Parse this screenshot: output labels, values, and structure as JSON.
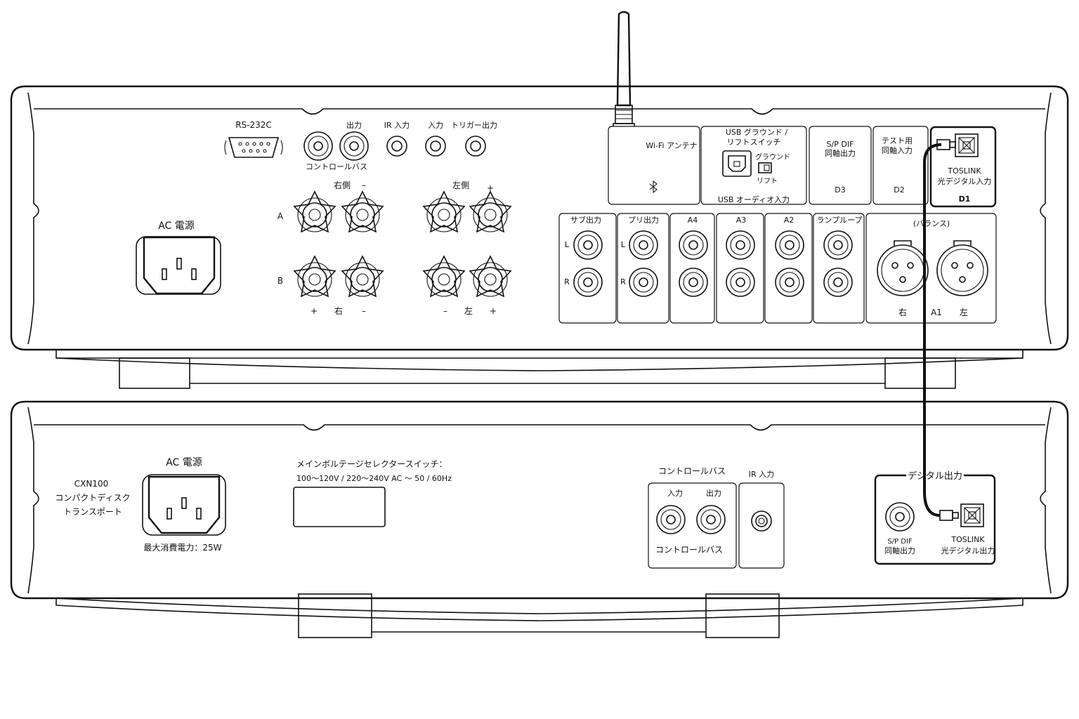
{
  "colors": {
    "line": "#111111",
    "background": "#ffffff"
  },
  "amp": {
    "rs232": "RS-232C",
    "control_out": "出力",
    "ir_in": "IR 入力",
    "trigger_in": "入力",
    "trigger_out": "トリガー出力",
    "control_bus": "コントロールバス",
    "ac_power": "AC 電源",
    "right_side": "右側",
    "left_side": "左側",
    "row_a": "A",
    "row_b": "B",
    "right": "右",
    "left": "左",
    "plus": "+",
    "minus": "–",
    "wifi": "Wi-Fi アンテナ",
    "usb_ground_line1": "USB グラウンド /",
    "usb_ground_line2": "リフトスイッチ",
    "ground": "グラウンド",
    "lift": "リフト",
    "usb_audio": "USB オーディオ入力",
    "spdif_line1": "S/P DIF",
    "spdif_line2": "同軸出力",
    "d3": "D3",
    "test_line1": "テスト用",
    "test_line2": "同軸入力",
    "d2": "D2",
    "toslink_in_line1": "TOSLINK",
    "toslink_in_line2": "光デジタル入力",
    "d1": "D1",
    "sub_out": "サブ出力",
    "pre_out": "プリ出力",
    "a4": "A4",
    "a3": "A3",
    "a2": "A2",
    "lamp_loop": "ランプループ",
    "balanced": "(バランス)",
    "a1": "A1",
    "ch_l": "L",
    "ch_r": "R"
  },
  "player": {
    "model_line1": "CXN100",
    "model_line2": "コンパクトディスク",
    "model_line3": "トランスポート",
    "ac_power": "AC 電源",
    "max_power": "最大消費電力：25W",
    "voltage_line1": "メインボルテージセレクタースイッチ：",
    "voltage_line2": "100～120V / 220～240V AC ～ 50 / 60Hz",
    "control_bus_top": "コントロールバス",
    "in": "入力",
    "out": "出力",
    "control_bus_bottom": "コントロールバス",
    "ir_in": "IR 入力",
    "digital_out": "デジタル出力",
    "spdif_line1": "S/P DIF",
    "spdif_line2": "同軸出力",
    "toslink_out_line1": "TOSLINK",
    "toslink_out_line2": "光デジタル出力"
  }
}
